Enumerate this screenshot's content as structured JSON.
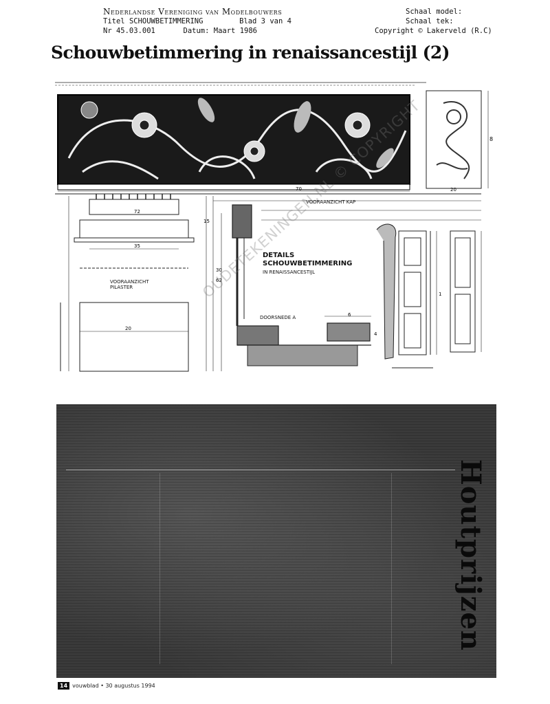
{
  "header": {
    "organization": "Nederlandse Vereniging van Modelbouwers",
    "titel_label": "Titel",
    "titel_value": "SCHOUWBETIMMERING",
    "blad": "Blad 3",
    "van": "van 4",
    "nr": "Nr 45.03.001",
    "datum": "Datum: Maart 1986",
    "schaal_model": "Schaal model:",
    "schaal_tek": "Schaal tek:",
    "copyright": "Copyright",
    "author": "Lakerveld (R.C)"
  },
  "title": "Schouwbetimmering in renaissancestijl (2)",
  "drawing": {
    "details_label_line1": "DETAILS",
    "details_label_line2": "SCHOUWBETIMMERING",
    "details_label_line3": "IN RENAISSANCESTIJL",
    "vooraanzicht_pilaster": "VOORAANZICHT PILASTER",
    "vooraanzicht_kap": "VOORAANZICHT KAP",
    "doorsnede": "DOORSNEDE A",
    "dim_70": "70",
    "dim_20": "20",
    "dim_72": "72",
    "dim_30": "30",
    "dim_15": "15",
    "dim_8": "8",
    "dim_4": "4",
    "dim_6": "6",
    "dim_62": "62",
    "dim_35": "35",
    "dim_1": "1"
  },
  "watermark": "OUDETEKENINGEN.NL © COPYRIGHT",
  "clipping": {
    "vertical_title": "Houtprijzen"
  },
  "footer": {
    "page": "14",
    "text": "vouwblad • 30 augustus 1994"
  }
}
